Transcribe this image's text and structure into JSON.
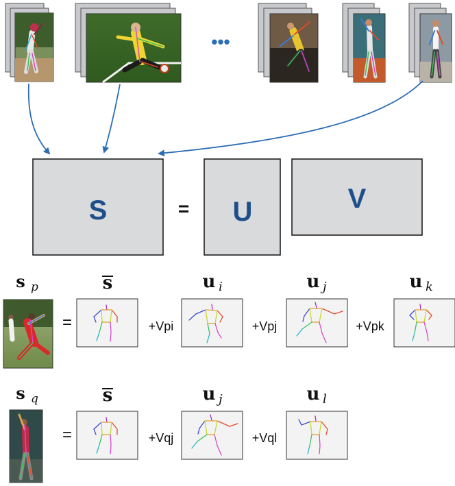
{
  "matrices": {
    "S": "S",
    "equals": "=",
    "U": "U",
    "V": "V"
  },
  "ellipsis": "•••",
  "colors": {
    "matrix_fill": "#d9dadc",
    "matrix_letter": "#1f4f8b",
    "arrow": "#2c6db5",
    "ellipsis": "#2c6db5",
    "pose_card": "#f3f3f3"
  },
  "icons": {
    "photos": "photo-stack-icon",
    "poses": "stick-figure-icon"
  },
  "rows": [
    {
      "lhs_symbol": "s",
      "lhs_subscript": "p",
      "equals": "=",
      "terms": [
        {
          "header": "s",
          "header_sub": "",
          "bar": true,
          "coef": ""
        },
        {
          "header": "u",
          "header_sub": "i",
          "bar": false,
          "coef": "+Vpi"
        },
        {
          "header": "u",
          "header_sub": "j",
          "bar": false,
          "coef": "+Vpj"
        },
        {
          "header": "u",
          "header_sub": "k",
          "bar": false,
          "coef": "+Vpk"
        }
      ]
    },
    {
      "lhs_symbol": "s",
      "lhs_subscript": "q",
      "equals": "=",
      "terms": [
        {
          "header": "s",
          "header_sub": "",
          "bar": true,
          "coef": ""
        },
        {
          "header": "u",
          "header_sub": "j",
          "bar": false,
          "coef": "+Vqj"
        },
        {
          "header": "u",
          "header_sub": "l",
          "bar": false,
          "coef": "+Vql"
        }
      ]
    }
  ]
}
